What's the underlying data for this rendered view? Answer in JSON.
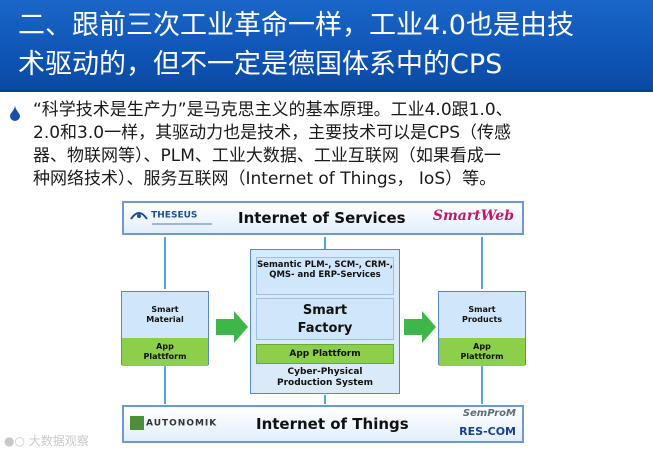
{
  "title": {
    "line1": "二、跟前三次工业革命一样，工业4.0也是由技",
    "line2": "术驱动的，但不一定是德国体系中的CPS"
  },
  "paragraph": {
    "lines": [
      "“科学技术是生产力”是马克思主义的基本原理。工业4.0跟1.0、",
      "2.0和3.0一样，其驱动力也是技术，主要技术可以是CPS（传感",
      "器、物联网等）、PLM、工业大数据、工业互联网（如果看成一",
      "种网络技术）、服务互联网（Internet of Things， IoS）等。"
    ]
  },
  "diagram": {
    "services_bar": {
      "title": "Internet of Services",
      "logo_left": "THESEUS",
      "logo_right": "SmartWeb"
    },
    "things_bar": {
      "title": "Internet of Things",
      "logo_left": "AUTONOMIK",
      "logo_right_top": "SemProM",
      "logo_right_bottom": "RES-COM"
    },
    "left_module": {
      "upper": "Smart Material",
      "lower": "App Plattform"
    },
    "right_module": {
      "upper": "Smart Products",
      "lower": "App Plattform"
    },
    "center_module": {
      "semantic": "Semantic PLM-, SCM-, CRM-, QMS- and ERP-Services",
      "factory": "Smart Factory",
      "platform": "App Plattform",
      "cps": "Cyber-Physical Production System"
    }
  },
  "watermark": "大数据观察",
  "colors": {
    "banner": "#1360c0",
    "module_light": "#cfe6fb",
    "module_green": "#8bcf4b",
    "arrow_green": "#3fb64a",
    "connector": "#55a7d6"
  }
}
